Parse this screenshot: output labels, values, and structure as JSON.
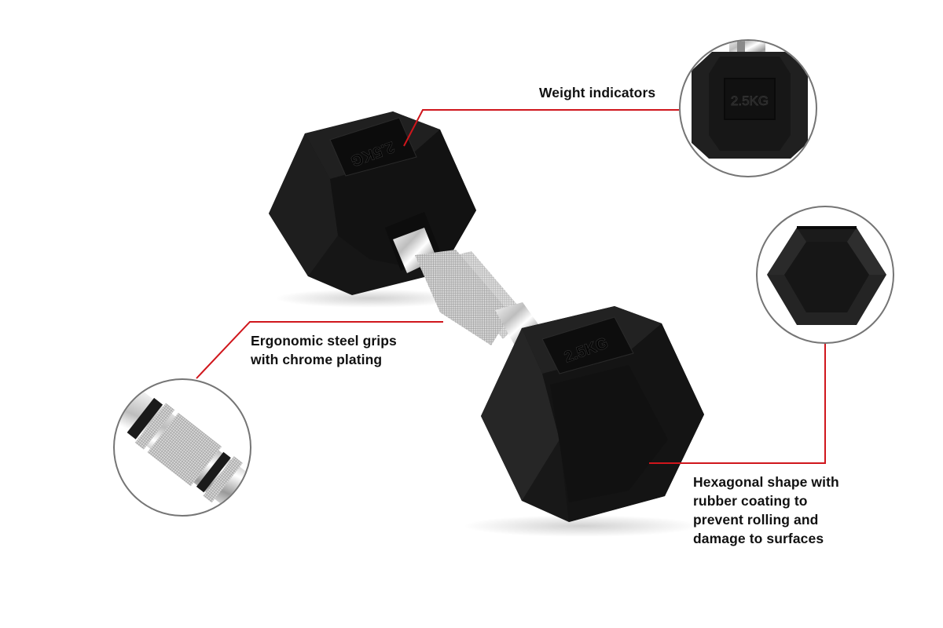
{
  "diagram": {
    "subject": "Hexagonal rubber dumbbell",
    "weight_marking": "2.5KG",
    "colors": {
      "background": "#ffffff",
      "leader_line": "#d0161c",
      "inset_border": "#757575",
      "rubber": "#1c1c1c",
      "chrome": "#d9d9d9",
      "text": "#111111"
    },
    "callouts": [
      {
        "id": "weight-indicators",
        "lines": [
          "Weight indicators"
        ],
        "inset": "weight-plate-closeup"
      },
      {
        "id": "steel-grips",
        "lines": [
          "Ergonomic steel grips",
          "with chrome plating"
        ],
        "inset": "knurled-handle-closeup"
      },
      {
        "id": "hexagonal-shape",
        "lines": [
          "Hexagonal shape with",
          "rubber coating to",
          "prevent rolling and",
          "damage to surfaces"
        ],
        "inset": "hexagon-end-closeup"
      }
    ],
    "insets": {
      "weight_plate_label": "2.5KG"
    }
  }
}
